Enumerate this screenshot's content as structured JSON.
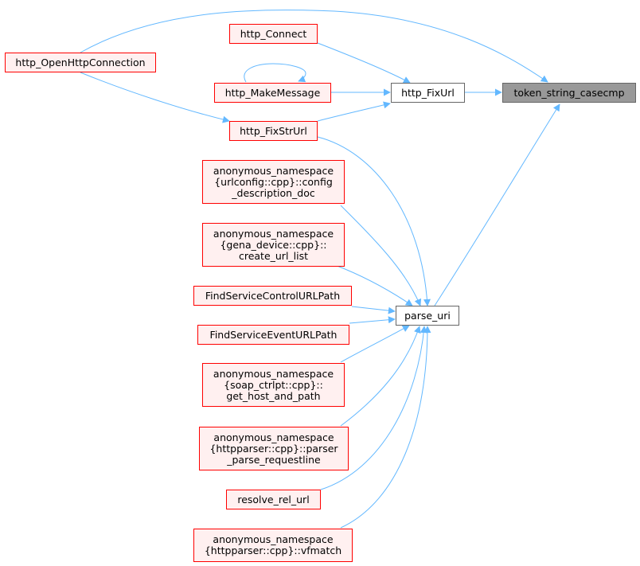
{
  "colors": {
    "edge": "#63b8ff",
    "caller_fill": "#fff0f0",
    "caller_border": "#ff0000",
    "plain_fill": "#ffffff",
    "target_fill": "#999999",
    "node_border": "#666666"
  },
  "nodes": {
    "token_string_casecmp": "token_string_casecmp",
    "http_fixurl": "http_FixUrl",
    "parse_uri": "parse_uri",
    "http_connect": "http_Connect",
    "http_openhttpconnection": "http_OpenHttpConnection",
    "http_makemessage": "http_MakeMessage",
    "http_fixstrurl": "http_FixStrUrl",
    "urlconfig_config_description_doc": "anonymous_namespace\n{urlconfig::cpp}::config\n_description_doc",
    "gena_device_create_url_list": "anonymous_namespace\n{gena_device::cpp}::\ncreate_url_list",
    "findservicecontrolurlpath": "FindServiceControlURLPath",
    "findserviceeventurlpath": "FindServiceEventURLPath",
    "soap_ctrlpt_get_host_and_path": "anonymous_namespace\n{soap_ctrlpt::cpp}::\nget_host_and_path",
    "httpparser_parser_parse_requestline": "anonymous_namespace\n{httpparser::cpp}::parser\n_parse_requestline",
    "resolve_rel_url": "resolve_rel_url",
    "httpparser_vfmatch": "anonymous_namespace\n{httpparser::cpp}::vfmatch"
  }
}
